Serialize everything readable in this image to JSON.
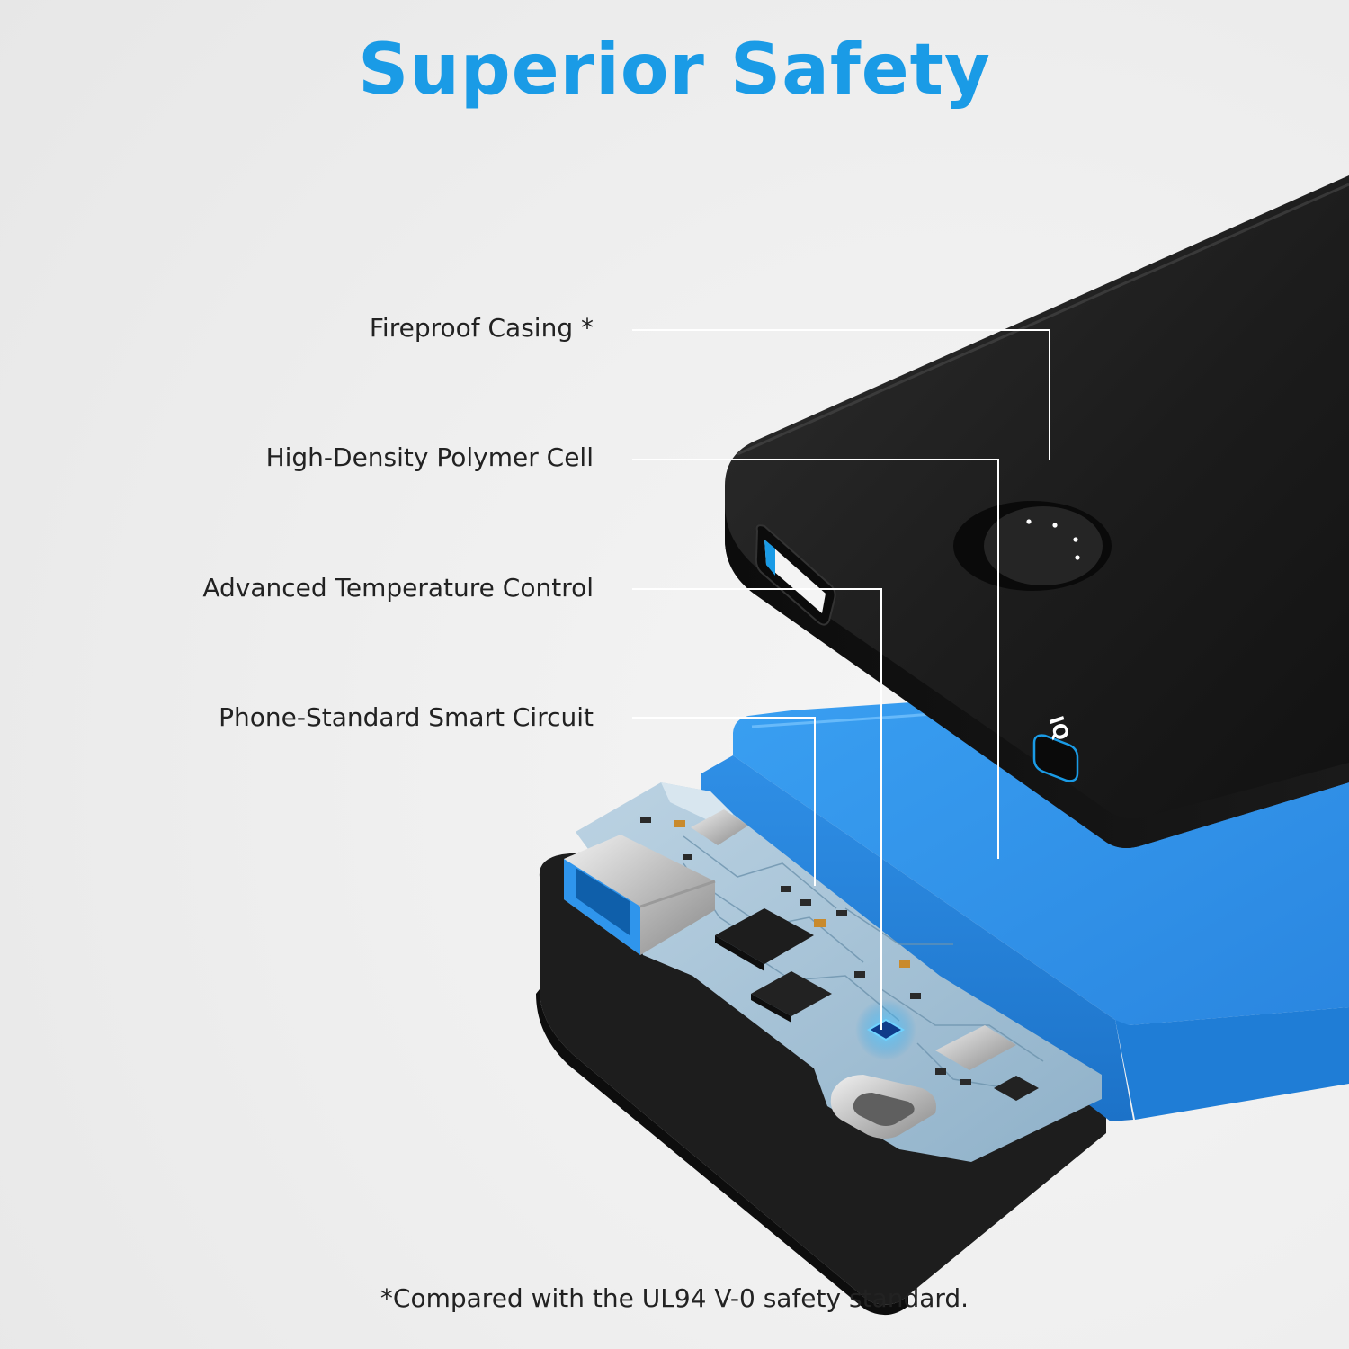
{
  "title": "Superior Safety",
  "labels": {
    "fireproof_casing": "Fireproof Casing *",
    "polymer_cell": "High-Density Polymer Cell",
    "temperature_control": "Advanced Temperature Control",
    "smart_circuit": "Phone-Standard Smart Circuit"
  },
  "port_badge": "IQ",
  "footnote": "*Compared with the UL94 V-0 safety standard.",
  "colors": {
    "accent": "#1a9be6",
    "battery_blue": "#2b8ee8",
    "casing": "#151515",
    "background": "#eeeeee"
  }
}
